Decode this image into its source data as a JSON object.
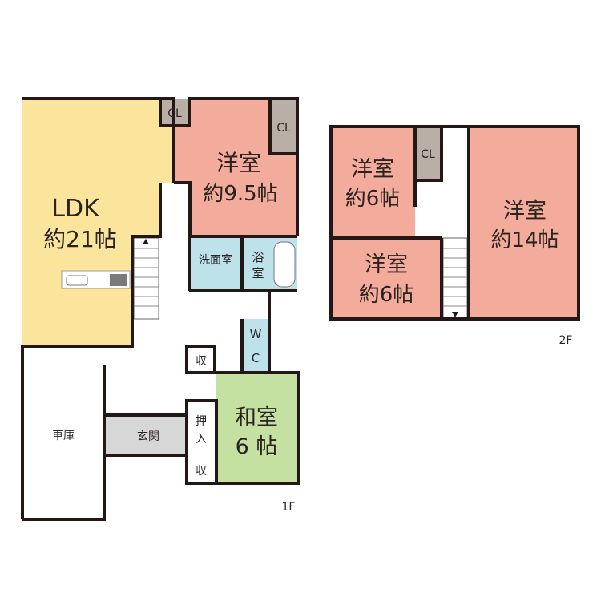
{
  "floor1": {
    "label": "1F",
    "rooms": {
      "ldk": {
        "name": "LDK",
        "size": "約21帖"
      },
      "western": {
        "name": "洋室",
        "size": "約9.5帖"
      },
      "closet_a": "CL",
      "closet_b": "CL",
      "washroom": "洗面室",
      "bath_1": "浴",
      "bath_2": "室",
      "wc_1": "W",
      "wc_2": "C",
      "storage_top": "収",
      "japanese": {
        "name": "和室",
        "size": "6 帖"
      },
      "oshiire_1": "押",
      "oshiire_2": "入",
      "storage_bottom": "収",
      "entrance": "玄関",
      "garage": "車庫"
    }
  },
  "floor2": {
    "label": "2F",
    "rooms": {
      "western_a": {
        "name": "洋室",
        "size": "約6帖"
      },
      "closet": "CL",
      "western_b": {
        "name": "洋室",
        "size": "約6帖"
      },
      "western_c": {
        "name": "洋室",
        "size": "約14帖"
      }
    }
  },
  "colors": {
    "ldk": "#fbe49b",
    "western": "#f3ab9b",
    "water": "#bde2ea",
    "japanese": "#c4e1a2",
    "entrance": "#d7d7d7",
    "closet": "#b9afa7"
  }
}
